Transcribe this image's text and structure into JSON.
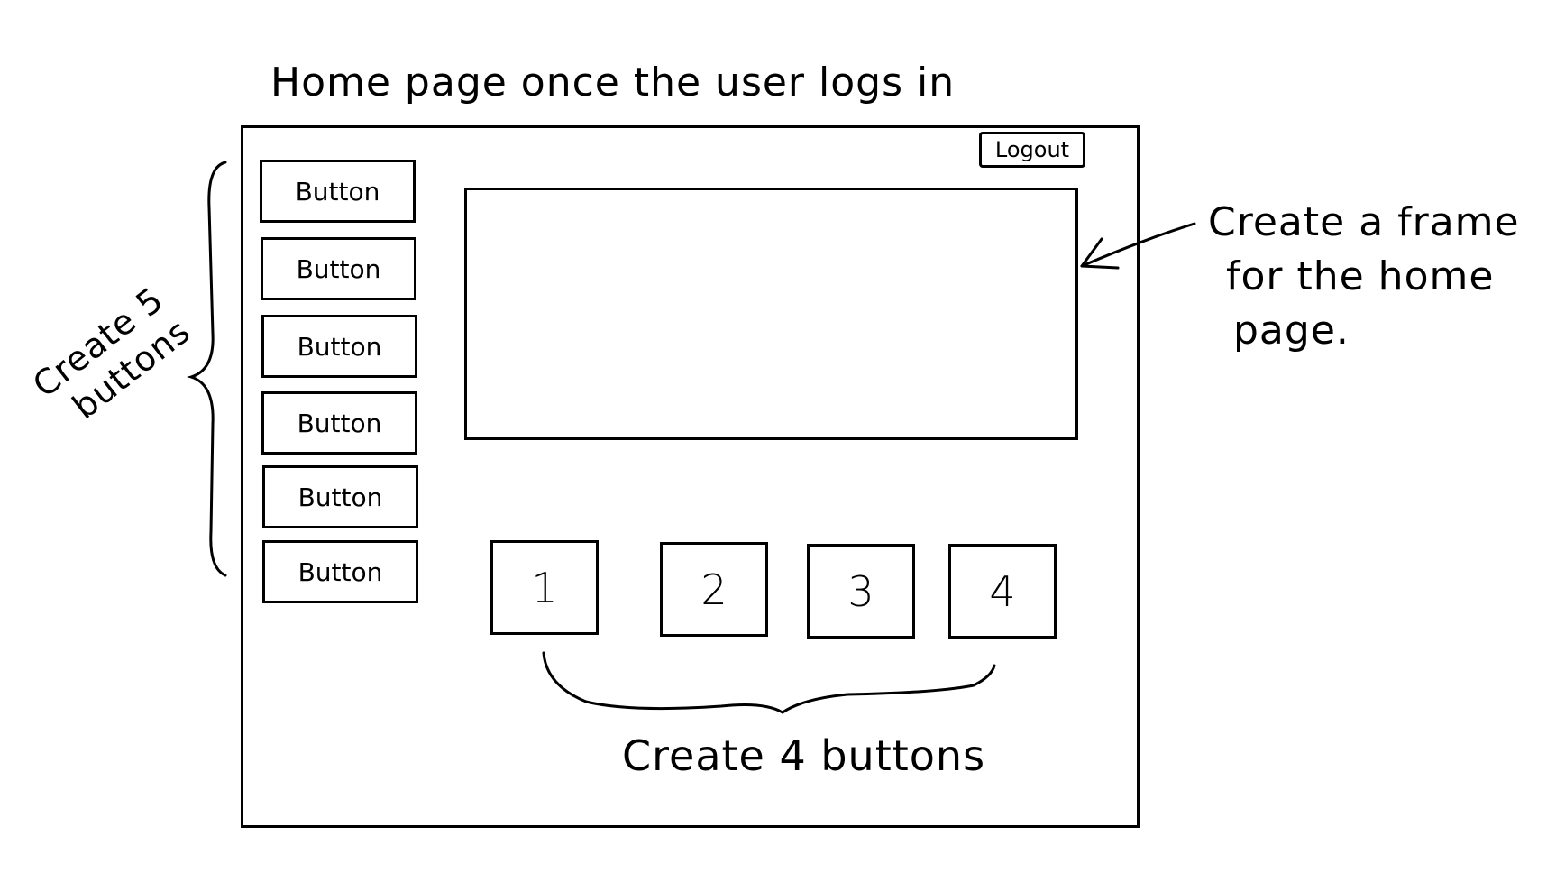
{
  "sketch": {
    "title": "Home page once the user logs in",
    "logout_label": "Logout",
    "side_buttons": [
      "Button",
      "Button",
      "Button",
      "Button",
      "Button",
      "Button"
    ],
    "number_buttons": [
      "1",
      "2",
      "3",
      "4"
    ],
    "annotations": {
      "left_note_line1": "Create 5",
      "left_note_line2": "buttons",
      "right_note_line1": "Create a frame",
      "right_note_line2": "for the home",
      "right_note_line3": "page.",
      "bottom_note": "Create 4 buttons"
    }
  }
}
